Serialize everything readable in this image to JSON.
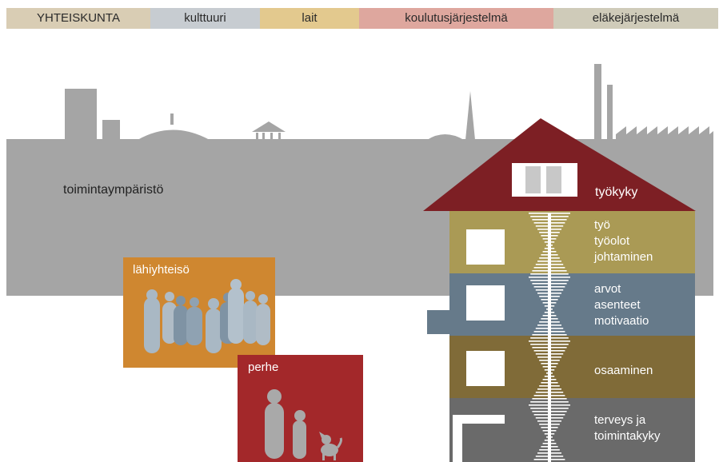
{
  "society_bar": [
    {
      "label": "YHTEISKUNTA",
      "color": "#d9cdb4"
    },
    {
      "label": "kulttuuri",
      "color": "#c7ccd1"
    },
    {
      "label": "lait",
      "color": "#e3c98e"
    },
    {
      "label": "koulutusjärjestelmä",
      "color": "#dea79e"
    },
    {
      "label": "eläkejärjestelmä",
      "color": "#cfcbb9"
    }
  ],
  "environment_label": "toimintaympäristö",
  "community_label": "lähiyhteisö",
  "family_label": "perhe",
  "house": {
    "roof_label": "työkyky",
    "floors": [
      {
        "lines": [
          "työ",
          "työolot",
          "johtaminen"
        ],
        "color": "#aa9a55"
      },
      {
        "lines": [
          "arvot",
          "asenteet",
          "motivaatio"
        ],
        "color": "#667a8a"
      },
      {
        "lines": [
          "osaaminen"
        ],
        "color": "#806b38"
      },
      {
        "lines": [
          "terveys ja",
          "toimintakyky"
        ],
        "color": "#6a6a6a"
      }
    ]
  },
  "colors": {
    "city": "#a5a5a5",
    "roof": "#7d1f24",
    "community_box": "#cf8730",
    "family_box": "#a3282a",
    "people": "#a9b8c4",
    "people_dark": "#7f93a4"
  }
}
